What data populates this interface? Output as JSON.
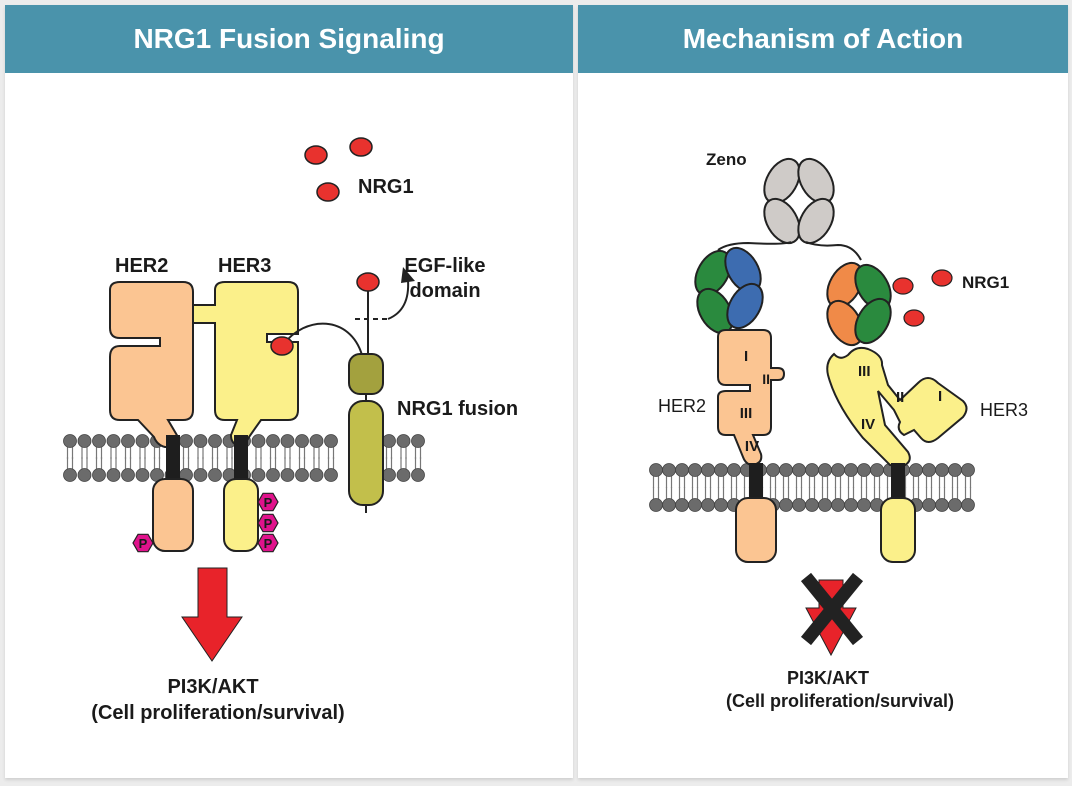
{
  "left_panel": {
    "title": "NRG1 Fusion Signaling",
    "labels": {
      "nrg1": "NRG1",
      "her2": "HER2",
      "her3": "HER3",
      "egf_line1": "EGF-like",
      "egf_line2": "domain",
      "nrg1_fusion": "NRG1 fusion",
      "pathway": "PI3K/AKT",
      "outcome": "(Cell proliferation/survival)",
      "phospho": "P"
    }
  },
  "right_panel": {
    "title": "Mechanism of Action",
    "labels": {
      "zeno": "Zeno",
      "nrg1": "NRG1",
      "her2": "HER2",
      "her3": "HER3",
      "domain_i": "I",
      "domain_ii": "II",
      "domain_iii": "III",
      "domain_iv": "IV",
      "pathway": "PI3K/AKT",
      "outcome": "(Cell proliferation/survival)"
    }
  },
  "colors": {
    "header": "#4a93ab",
    "her2": "#fbc592",
    "her3": "#fbf08a",
    "nrg1": "#e8322e",
    "fusion_dark": "#a3a13e",
    "fusion_light": "#c2bf4b",
    "phospho": "#e0138c",
    "zeno_fc": "#cfcbc8",
    "green": "#2a8a3e",
    "blue": "#3d6cb0",
    "orange": "#f08a48",
    "arrow_red": "#e8232a",
    "lipid": "#6b6b6b"
  }
}
